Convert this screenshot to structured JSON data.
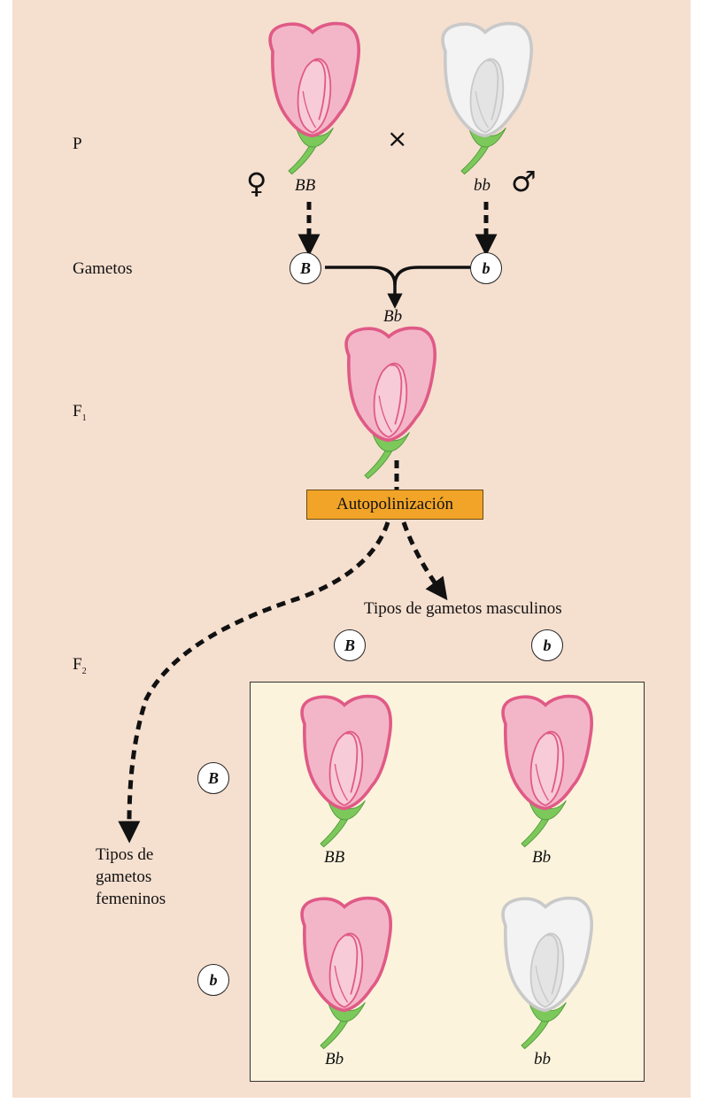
{
  "parents": {
    "generation_label": "P",
    "cross_symbol": "×",
    "female_symbol": "♀",
    "male_symbol": "♂",
    "female_genotype": "BB",
    "male_genotype": "bb",
    "female_flower_color": "pink",
    "male_flower_color": "white"
  },
  "gametes": {
    "label": "Gametos",
    "female_allele": "B",
    "male_allele": "b"
  },
  "f1": {
    "generation_label": "F",
    "generation_subscript": "1",
    "genotype": "Bb",
    "flower_color": "pink"
  },
  "self_pollination": {
    "label": "Autopolinización"
  },
  "f2": {
    "generation_label": "F",
    "generation_subscript": "2",
    "male_gametes_label": "Tipos de gametos masculinos",
    "female_gametes_label_lines": [
      "Tipos de",
      "gametos",
      "femeninos"
    ],
    "male_alleles": [
      "B",
      "b"
    ],
    "female_alleles": [
      "B",
      "b"
    ],
    "punnett": [
      [
        "BB",
        "Bb"
      ],
      [
        "Bb",
        "bb"
      ]
    ],
    "punnett_colors": [
      [
        "pink",
        "pink"
      ],
      [
        "pink",
        "white"
      ]
    ]
  },
  "colors": {
    "background": "#f5dfcf",
    "punnett_fill": "#fbf3dc",
    "autopolinizacion_box": "#f2a428",
    "pink_petal": "#f3b6c8",
    "pink_edge": "#e05a86",
    "white_petal": "#f3f3f3",
    "stem_green": "#7cc85a"
  }
}
